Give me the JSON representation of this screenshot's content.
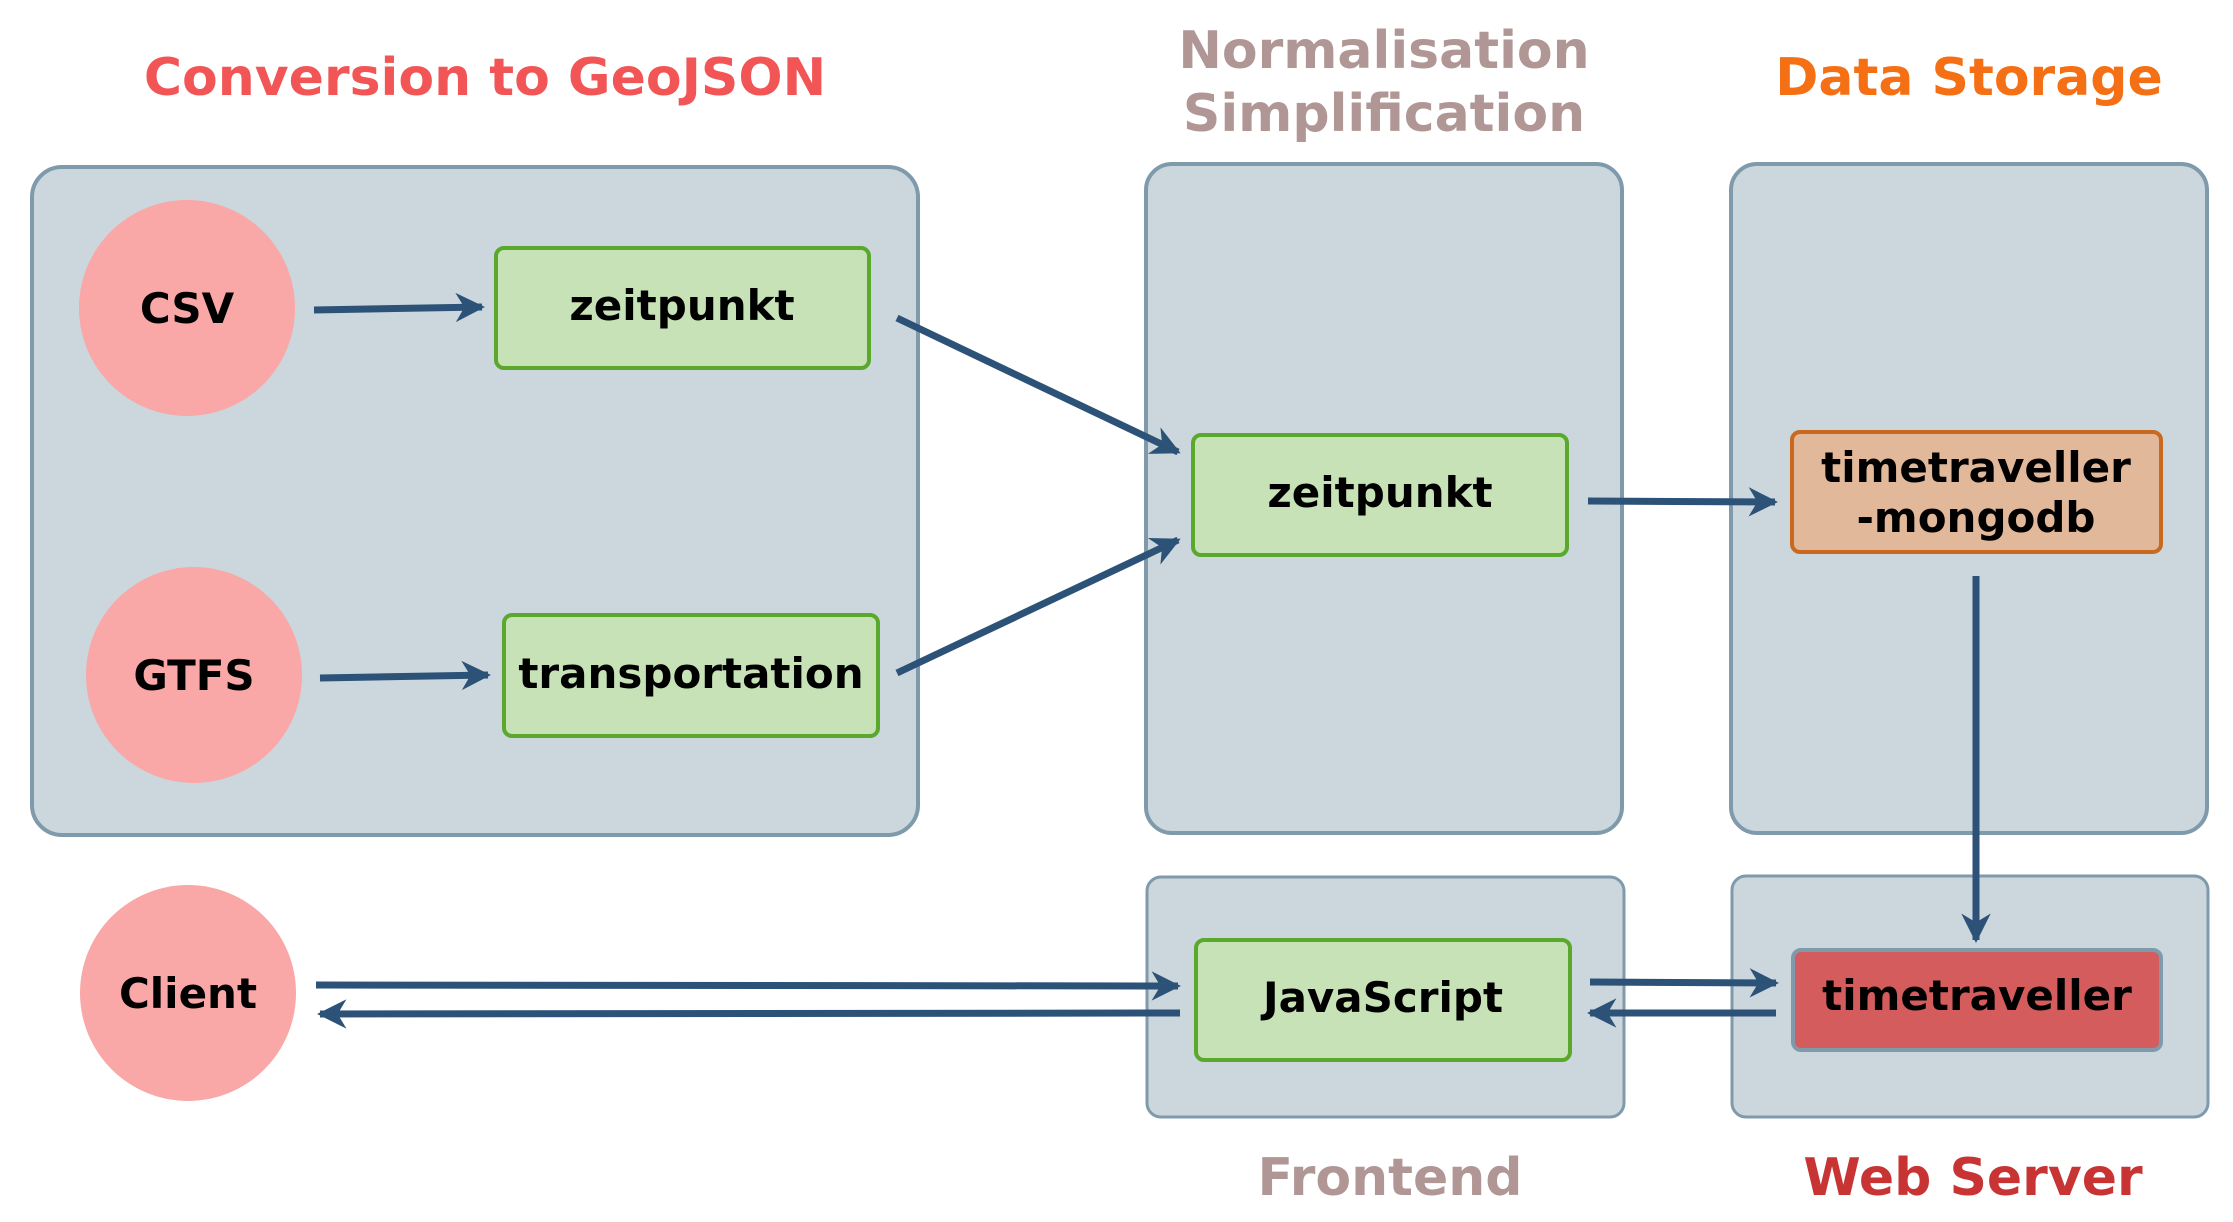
{
  "section_titles": {
    "conversion": "Conversion to GeoJSON",
    "normalisation_line1": "Normalisation",
    "normalisation_line2": "Simplification",
    "storage": "Data Storage",
    "frontend": "Frontend",
    "webserver": "Web Server"
  },
  "sources": {
    "csv": "CSV",
    "gtfs": "GTFS",
    "client": "Client"
  },
  "nodes": {
    "zeitpunkt_convert": "zeitpunkt",
    "transportation": "transportation",
    "zeitpunkt_normalise": "zeitpunkt",
    "mongodb_line1": "timetraveller",
    "mongodb_line2": "-mongodb",
    "javascript": "JavaScript",
    "timetraveller": "timetraveller"
  },
  "colors": {
    "container_fill": "#cbd7dd",
    "container_stroke": "#7f9aab",
    "source_fill": "#f9a7a7",
    "node_fill": "#c8e2b7",
    "node_stroke": "#5aa82c",
    "mongodb_fill": "#e2b89a",
    "mongodb_stroke": "#c8691f",
    "timetraveller_fill": "#d45c5c",
    "timetraveller_stroke": "#7f9aab",
    "arrow": "#2c5278",
    "title_conversion": "#f25555",
    "title_normalisation": "#b09694",
    "title_storage": "#f56f15",
    "title_frontend": "#b09694",
    "title_webserver": "#c83434"
  }
}
